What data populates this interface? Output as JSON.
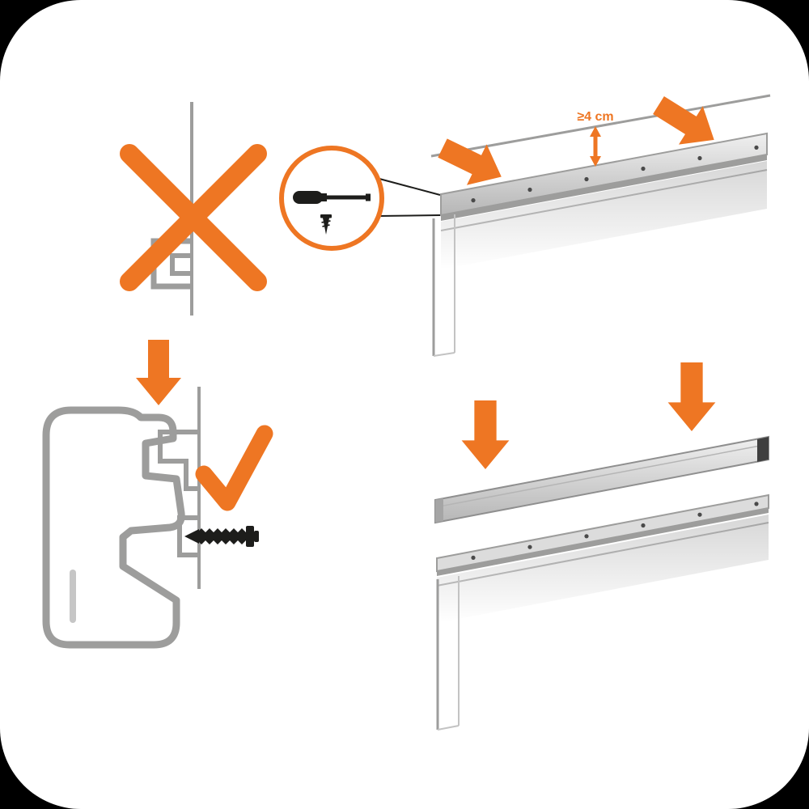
{
  "figure": {
    "type": "installation-instruction-diagram",
    "measurement_label": "≥4 cm",
    "colors": {
      "accent": "#EE7623",
      "outline": "#9D9D9C",
      "dark": "#1D1D1B",
      "surface": "#FFFFFF"
    },
    "panels": {
      "top_left": {
        "icons": [
          "wall-line",
          "clip-profile",
          "cross-mark"
        ]
      },
      "tools_callout": {
        "icons": [
          "screwdriver",
          "screw"
        ]
      },
      "top_right": {
        "icons": [
          "mounted-rail",
          "direction-arrow",
          "direction-arrow",
          "clearance-double-arrow"
        ],
        "measurement": "≥4 cm"
      },
      "bottom_left": {
        "icons": [
          "down-arrow",
          "panel-profile",
          "wall-bracket",
          "screw",
          "check-mark"
        ]
      },
      "bottom_right": {
        "icons": [
          "down-arrow",
          "down-arrow",
          "loose-rail",
          "wall-rail"
        ]
      }
    }
  }
}
